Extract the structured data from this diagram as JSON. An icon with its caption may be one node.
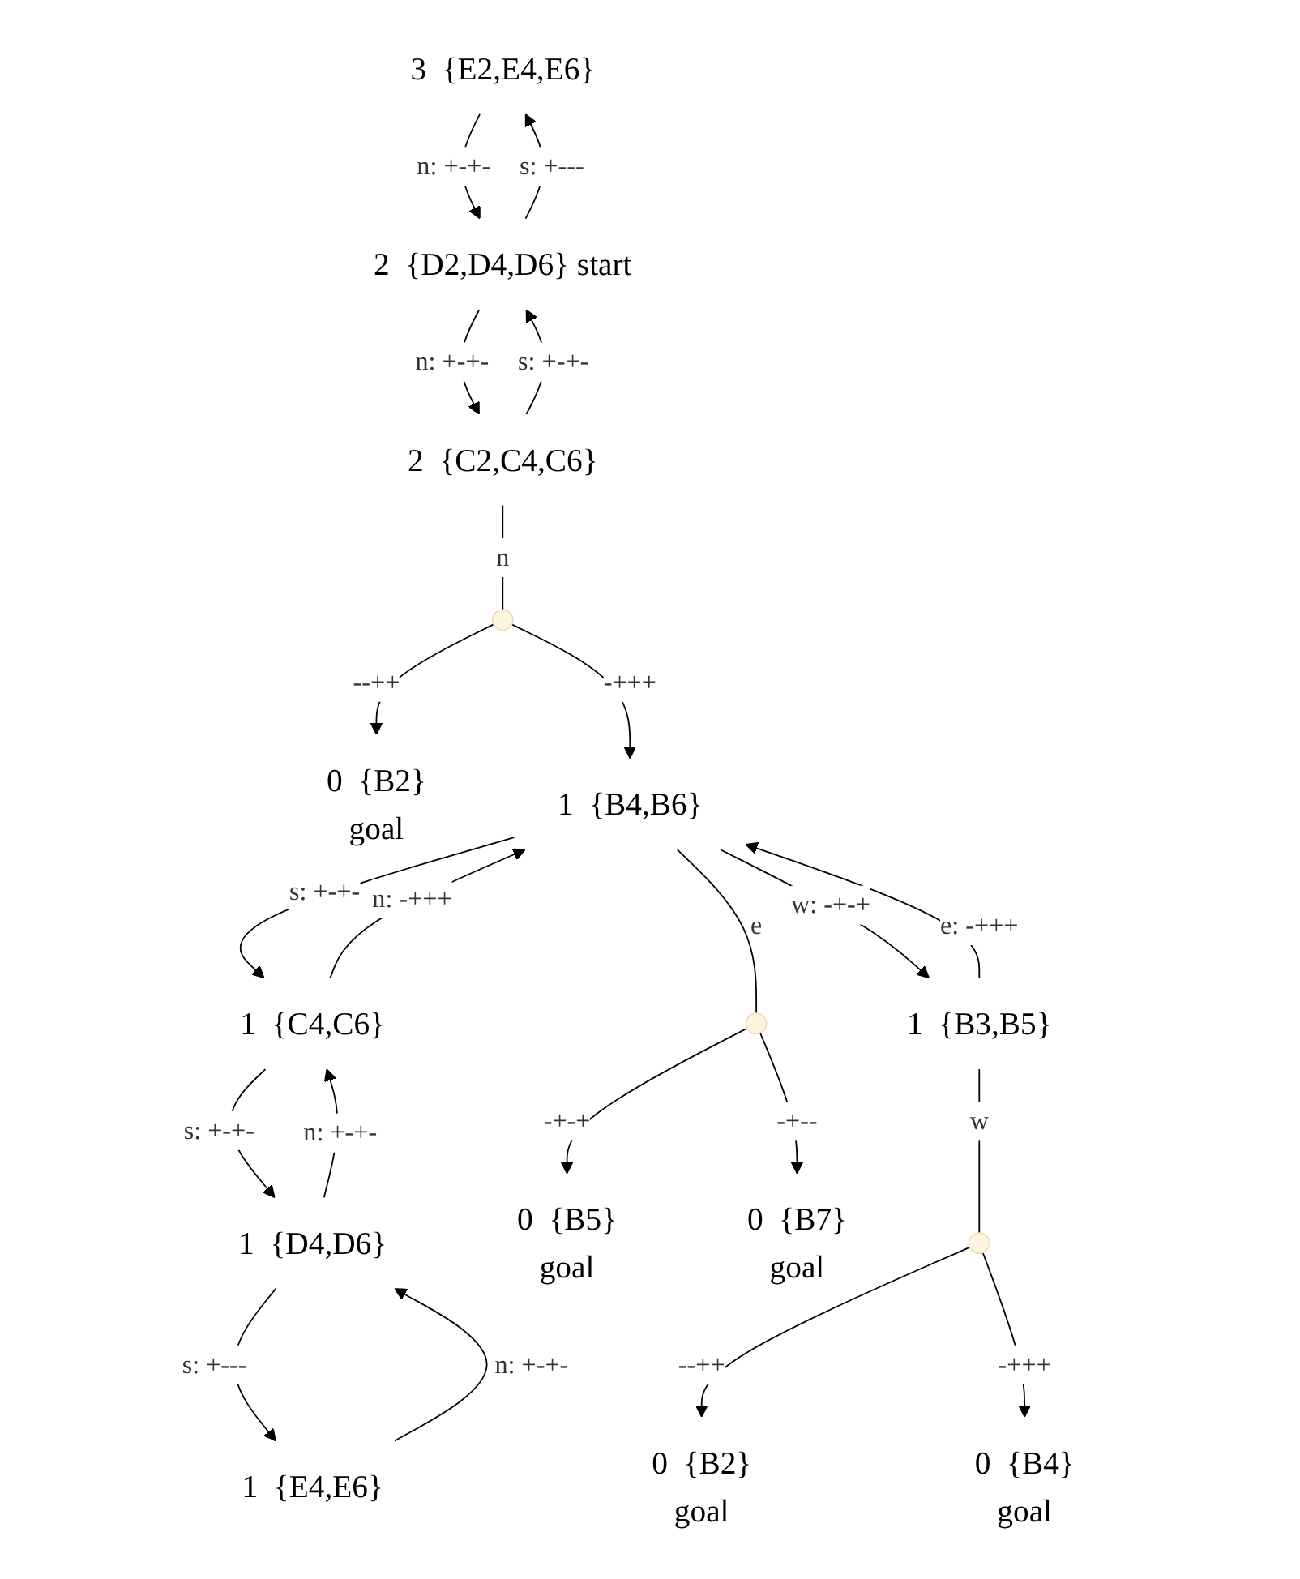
{
  "diagram": {
    "nodes": [
      {
        "text": [
          "{E2,E4,E6}"
        ],
        "beside": [
          "3"
        ]
      },
      {
        "text": [
          "{E4,E6}"
        ],
        "beside": [
          "1"
        ]
      },
      {
        "text": [
          "{D2,D4,D6}"
        ],
        "beside": [
          "2",
          "start"
        ]
      },
      {
        "text": [
          "{D4,D6}"
        ],
        "beside": [
          "1"
        ]
      },
      {
        "text": [
          "{C2,C4,C6}"
        ],
        "beside": [
          "2"
        ]
      },
      {
        "text": [
          "{C4,C6}"
        ],
        "beside": [
          "1"
        ]
      },
      {
        "text": [],
        "shape": "circle"
      },
      {
        "text": [
          "{B2}",
          "goal"
        ],
        "beside": [
          "0"
        ]
      },
      {
        "text": [
          "{B4,B6}"
        ],
        "beside": [
          "1"
        ]
      },
      {
        "text": [],
        "shape": "circle"
      },
      {
        "text": [
          "{B3,B5}"
        ],
        "beside": [
          "1"
        ]
      },
      {
        "text": [
          "{B5}",
          "goal"
        ],
        "beside": [
          "0"
        ]
      },
      {
        "text": [
          "{B7}",
          "goal"
        ],
        "beside": [
          "0"
        ]
      },
      {
        "text": [],
        "shape": "circle"
      },
      {
        "text": [
          "{B2}",
          "goal"
        ],
        "beside": [
          "0"
        ]
      },
      {
        "text": [
          "{B4}",
          "goal"
        ],
        "beside": [
          "0"
        ]
      }
    ],
    "edges": [
      {
        "from": 0,
        "to": 2,
        "arrow": "to",
        "label": "n: +-+-"
      },
      {
        "from": 2,
        "to": 0,
        "arrow": "to",
        "label": "s: +---"
      },
      {
        "from": 1,
        "to": 3,
        "arrow": "to",
        "label": "n: +-+-"
      },
      {
        "from": 3,
        "to": 1,
        "arrow": "to",
        "label": "s: +---"
      },
      {
        "from": 2,
        "to": 4,
        "arrow": "to",
        "label": "n: +-+-"
      },
      {
        "from": 4,
        "to": 2,
        "arrow": "to",
        "label": "s: +-+-"
      },
      {
        "from": 3,
        "to": 5,
        "arrow": "to",
        "label": "n: +-+-"
      },
      {
        "from": 5,
        "to": 3,
        "arrow": "to",
        "label": "s: +-+-"
      },
      {
        "from": 4,
        "to": 6,
        "arrow": "none",
        "label": "n"
      },
      {
        "from": 6,
        "to": 7,
        "arrow": "to",
        "label": "--++"
      },
      {
        "from": 6,
        "to": 8,
        "arrow": "to",
        "label": "-+++"
      },
      {
        "from": 5,
        "to": 8,
        "arrow": "to",
        "label": "n: -+++"
      },
      {
        "from": 8,
        "to": 5,
        "arrow": "to",
        "label": "s: +-+-"
      },
      {
        "from": 8,
        "to": 10,
        "arrow": "to",
        "label": "w: -+-+"
      },
      {
        "from": 10,
        "to": 8,
        "arrow": "to",
        "label": "e: -+++"
      },
      {
        "from": 8,
        "to": 9,
        "arrow": "none",
        "label": "e"
      },
      {
        "from": 9,
        "to": 11,
        "arrow": "to",
        "label": "-+-+"
      },
      {
        "from": 9,
        "to": 12,
        "arrow": "to",
        "label": "-+--"
      },
      {
        "from": 10,
        "to": 13,
        "arrow": "none",
        "label": "w"
      },
      {
        "from": 13,
        "to": 14,
        "arrow": "to",
        "label": "--++"
      },
      {
        "from": 13,
        "to": 15,
        "arrow": "to",
        "label": "-+++"
      }
    ]
  }
}
